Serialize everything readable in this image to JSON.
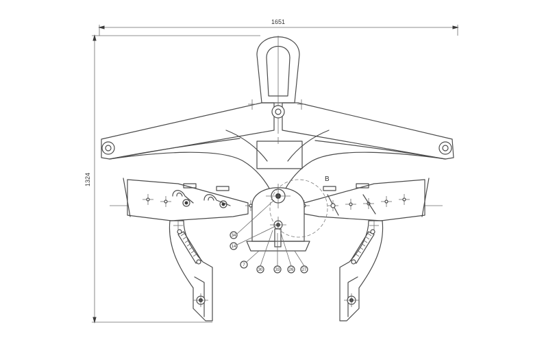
{
  "dimensions": {
    "width": "1651",
    "height": "1324"
  },
  "detail_label": "B",
  "part_labels": [
    "34",
    "14",
    "7",
    "30",
    "33",
    "26",
    "27"
  ]
}
